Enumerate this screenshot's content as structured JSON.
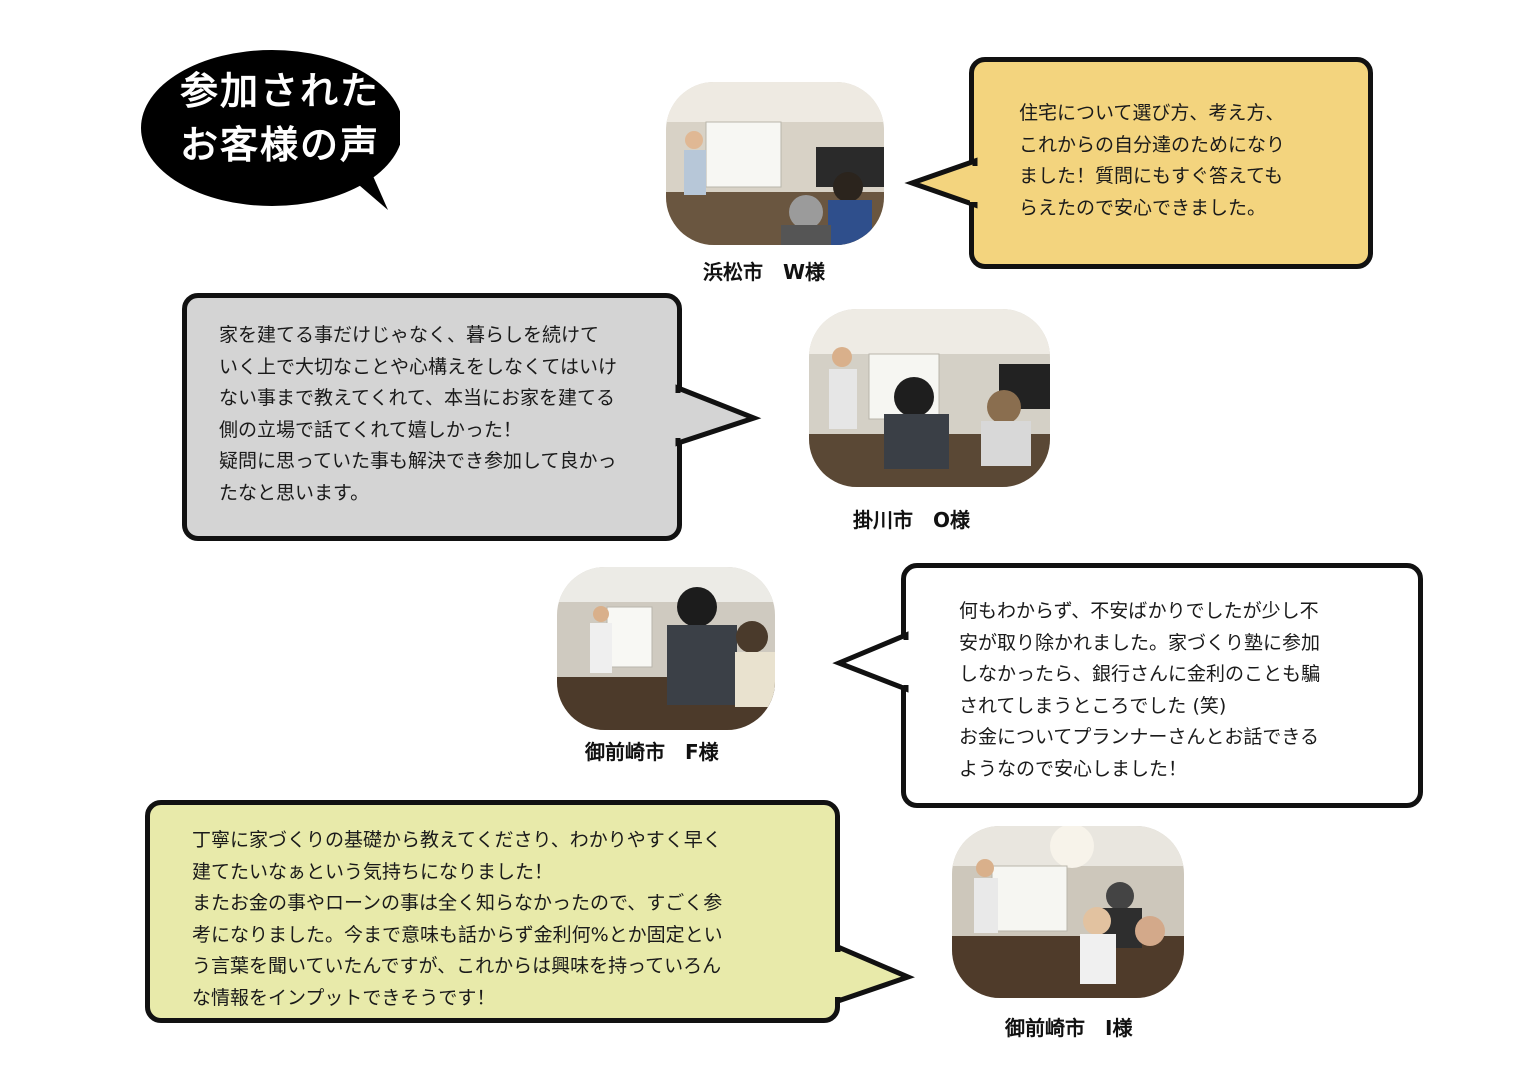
{
  "title": {
    "line1": "参加された",
    "line2": "お客様の声"
  },
  "colors": {
    "bubble_yellow": "#f3d47e",
    "bubble_gray": "#d4d4d4",
    "bubble_white": "#ffffff",
    "bubble_lime": "#e8eaaa",
    "border": "#111111"
  },
  "testimonials": [
    {
      "caption": "浜松市　W様",
      "lines": [
        "住宅について選び方、考え方、",
        "これからの自分達のためになり",
        "ました！質問にもすぐ答えても",
        "らえたので安心できました。"
      ]
    },
    {
      "caption": "掛川市　O様",
      "lines": [
        "家を建てる事だけじゃなく、暮らしを続けて",
        "いく上で大切なことや心構えをしなくてはいけ",
        "ない事まで教えてくれて、本当にお家を建てる",
        "側の立場で話てくれて嬉しかった！",
        "疑問に思っていた事も解決でき参加して良かっ",
        "たなと思います。"
      ]
    },
    {
      "caption": "御前崎市　F様",
      "lines": [
        "何もわからず、不安ばかりでしたが少し不",
        "安が取り除かれました。家づくり塾に参加",
        "しなかったら、銀行さんに金利のことも騙",
        "されてしまうところでした (笑)",
        "お金についてプランナーさんとお話できる",
        "ようなので安心しました！"
      ]
    },
    {
      "caption": "御前崎市　I様",
      "lines": [
        "丁寧に家づくりの基礎から教えてくださり、わかりやすく早く",
        "建てたいなぁという気持ちになりました！",
        "またお金の事やローンの事は全く知らなかったので、すごく参",
        "考になりました。今まで意味も話からず金利何%とか固定とい",
        "う言葉を聞いていたんですが、これからは興味を持っていろん",
        "な情報をインプットできそうです！"
      ]
    }
  ]
}
